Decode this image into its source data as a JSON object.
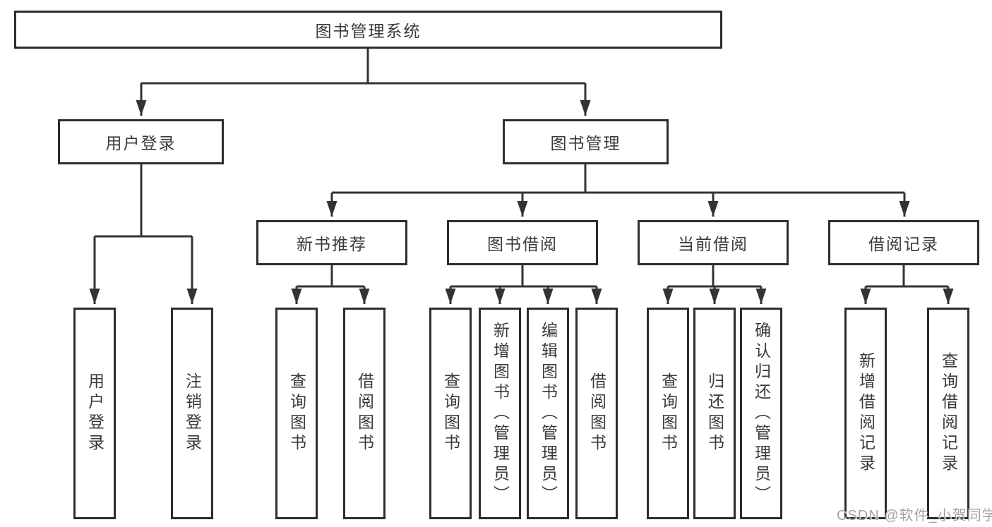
{
  "colors": {
    "background": "#ffffff",
    "box_border": "#2d2d2d",
    "connector_line": "#333333",
    "text": "#3a3a3a",
    "watermark": "#a3a3a3"
  },
  "watermark": "CSDN @软件_小贺同学",
  "nodes": {
    "root": {
      "label": "图书管理系统"
    },
    "user_login": {
      "label": "用户登录"
    },
    "book_mgmt": {
      "label": "图书管理"
    },
    "new_book_rec": {
      "label": "新书推荐"
    },
    "book_borrow": {
      "label": "图书借阅"
    },
    "current_borrow": {
      "label": "当前借阅"
    },
    "borrow_records": {
      "label": "借阅记录"
    },
    "leaves": {
      "user_login": {
        "label": "用户登录"
      },
      "logout": {
        "label": "注销登录"
      },
      "query_book_new": {
        "label": "查询图书"
      },
      "borrow_book_new": {
        "label": "借阅图书"
      },
      "query_book_borrow": {
        "label": "查询图书"
      },
      "add_book_admin": {
        "label": "新增图书（管理员）"
      },
      "edit_book_admin": {
        "label": "编辑图书（管理员）"
      },
      "borrow_book": {
        "label": "借阅图书"
      },
      "query_book_current": {
        "label": "查询图书"
      },
      "return_book": {
        "label": "归还图书"
      },
      "confirm_return_admin": {
        "label": "确认归还（管理员）"
      },
      "add_borrow_record": {
        "label": "新增借阅记录"
      },
      "query_borrow_record": {
        "label": "查询借阅记录"
      }
    }
  }
}
